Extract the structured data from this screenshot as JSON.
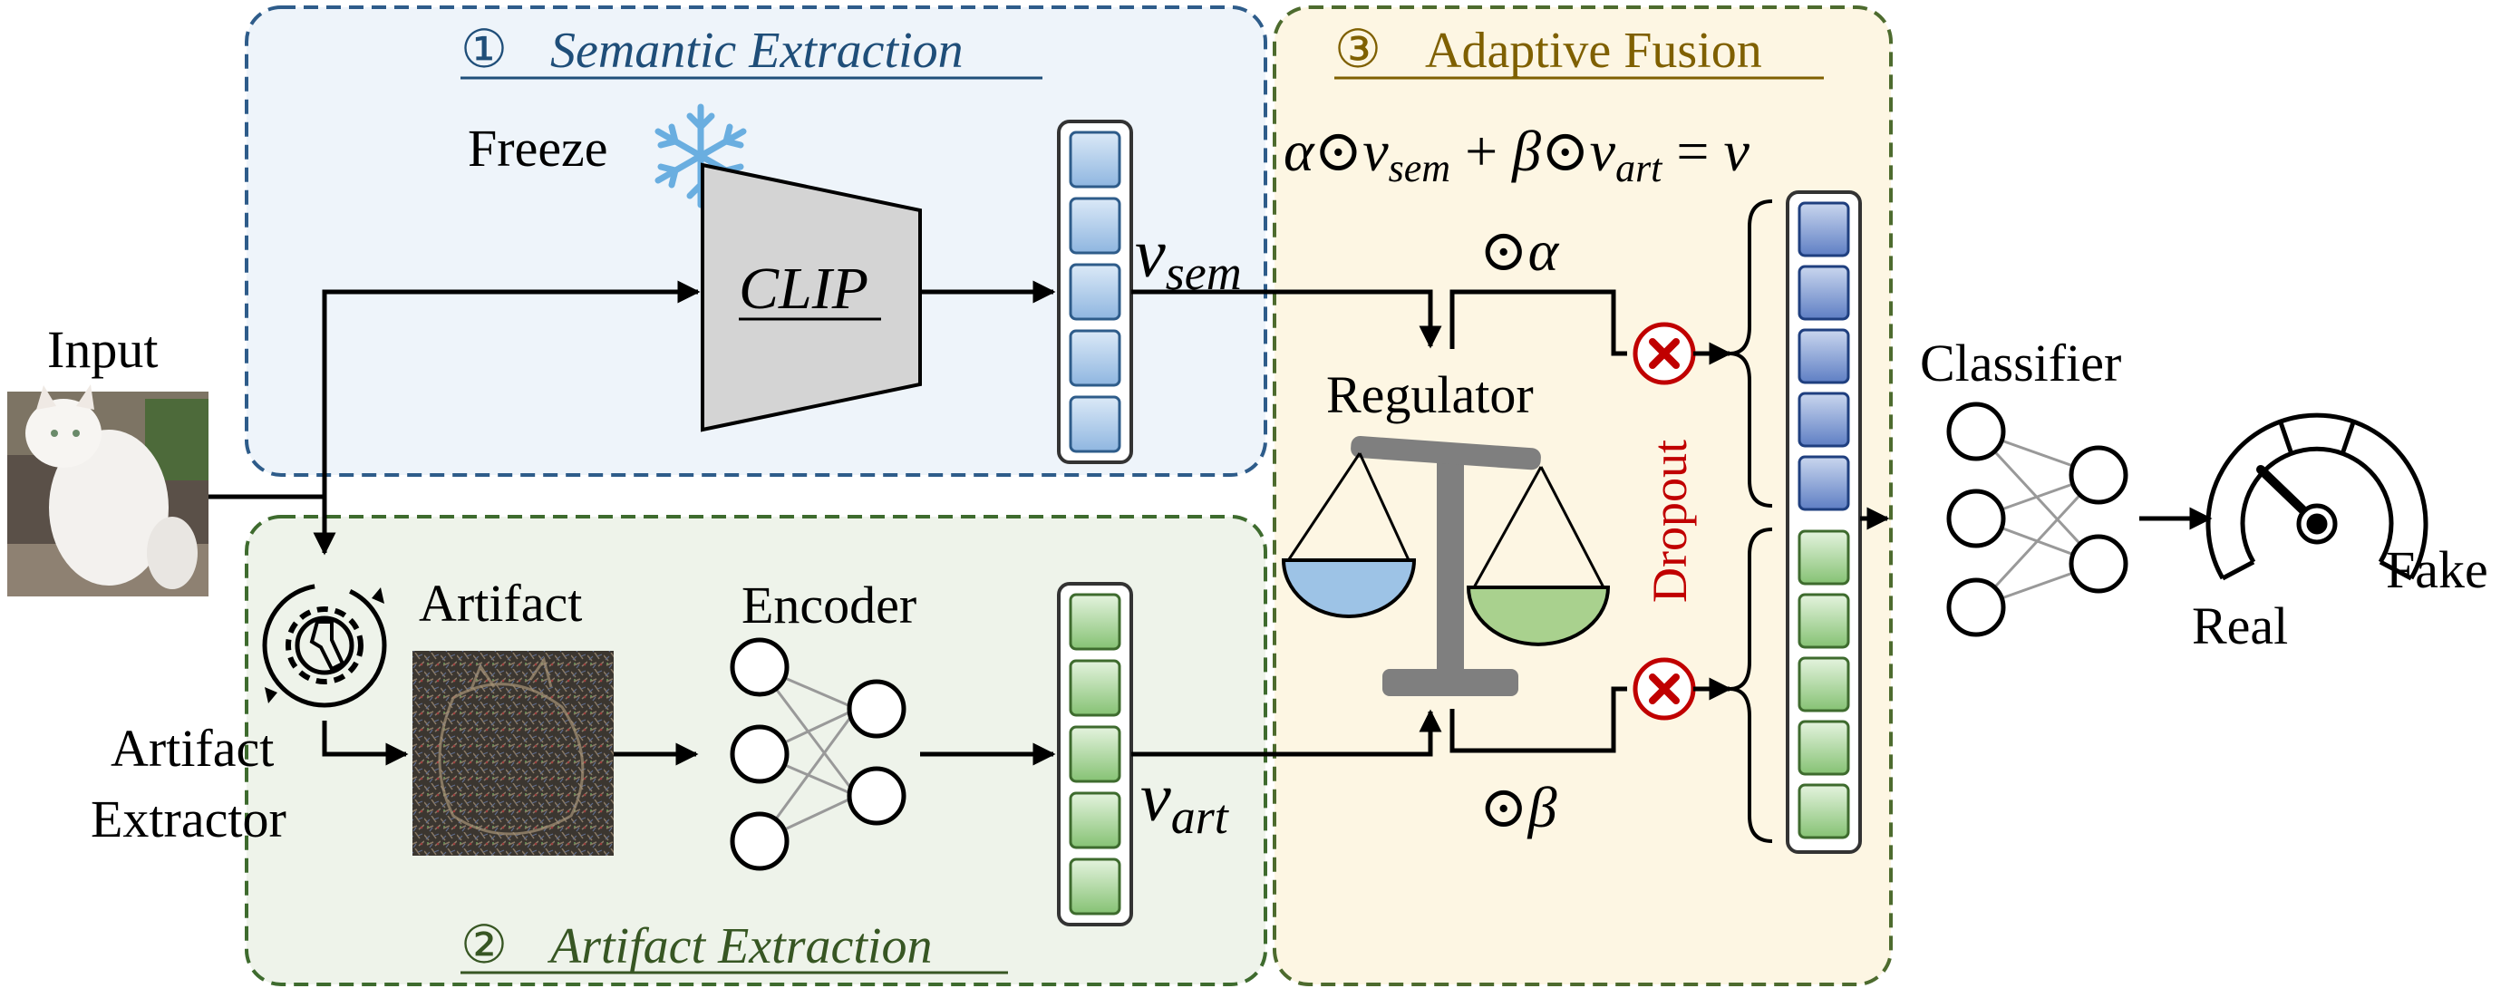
{
  "sections": {
    "semantic": {
      "number": "①",
      "title": "Semantic Extraction",
      "color": "#1f4e79"
    },
    "artifact": {
      "number": "②",
      "title": "Artifact Extraction",
      "color": "#375623"
    },
    "fusion": {
      "number": "③",
      "title": "Adaptive Fusion",
      "color": "#7f6000"
    }
  },
  "labels": {
    "input": "Input",
    "freeze": "Freeze",
    "clip": "CLIP",
    "v_sem": "v",
    "v_sem_sub": "sem",
    "artifact_extractor_line1": "Artifact",
    "artifact_extractor_line2": "Extractor",
    "artifact": "Artifact",
    "encoder": "Encoder",
    "v_art": "v",
    "v_art_sub": "art",
    "regulator": "Regulator",
    "dropout": "Dropout",
    "classifier": "Classifier",
    "real": "Real",
    "fake": "Fake",
    "odot_alpha": "⊙α",
    "odot_beta": "⊙β"
  },
  "formula": {
    "alpha": "α",
    "odot": "⊙",
    "v": "v",
    "sem": "sem",
    "plus": " + ",
    "beta": "β",
    "art": "art",
    "equals": " = ",
    "result": "v"
  },
  "colors": {
    "semantic_bg": "#eef4fa",
    "artifact_bg": "#eef3ea",
    "fusion_bg": "#fdf6e3",
    "blue_cell": "#a9c8e8",
    "green_cell": "#8cc87a",
    "dropout_red": "#c00000"
  }
}
